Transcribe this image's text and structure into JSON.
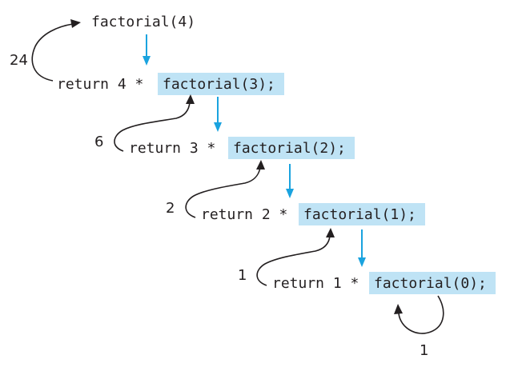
{
  "top_call": "factorial(4)",
  "steps": [
    {
      "prefix": "return 4 * ",
      "call": "factorial(3);",
      "result": "24"
    },
    {
      "prefix": "return 3 * ",
      "call": "factorial(2);",
      "result": "6"
    },
    {
      "prefix": "return 2 * ",
      "call": "factorial(1);",
      "result": "2"
    },
    {
      "prefix": "return 1 * ",
      "call": "factorial(0);",
      "result": "1"
    }
  ],
  "base_result": "1",
  "colors": {
    "highlight": "#bfe3f5",
    "call_arrow": "#1aa3df",
    "return_arrow": "#231f20",
    "text": "#231f20"
  }
}
